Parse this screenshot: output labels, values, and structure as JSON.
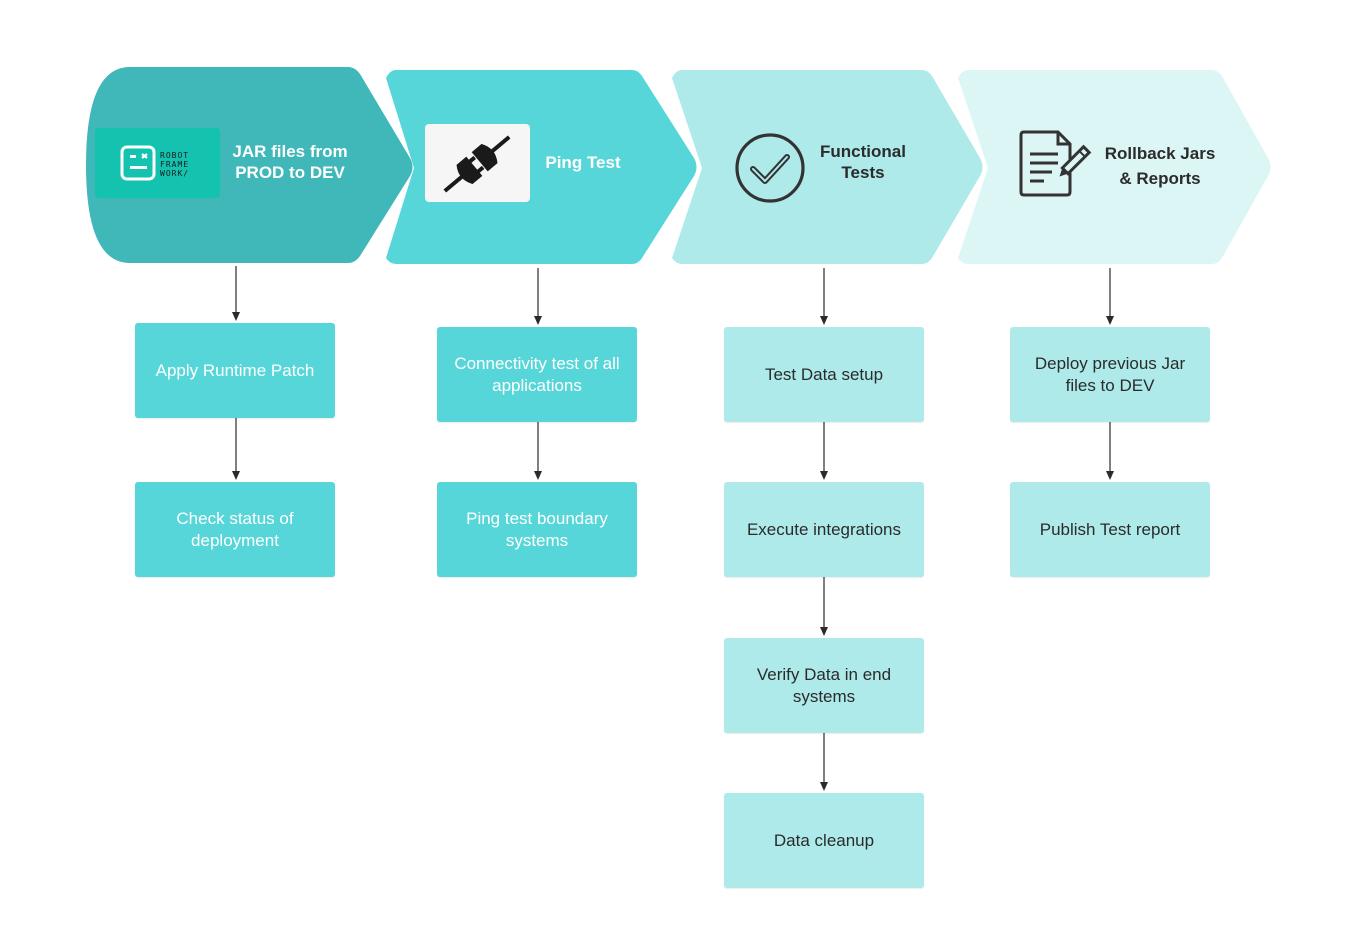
{
  "colors": {
    "stage1": "#40b7b8",
    "stage2": "#57d6d9",
    "stage3": "#aeeaea",
    "stage4": "#dcf6f5",
    "logo_bg": "#14c2b0",
    "arrow": "#2b2b2b"
  },
  "stages": [
    {
      "title": "JAR files from PROD to DEV",
      "title_lines": [
        "JAR files from",
        "PROD to DEV"
      ],
      "icon": "robot-framework-logo",
      "logo_text": [
        "ROBOT",
        "FRAME",
        "WORK/"
      ],
      "steps": [
        "Apply Runtime Patch",
        "Check status of deployment"
      ]
    },
    {
      "title": "Ping Test",
      "title_lines": [
        "Ping Test"
      ],
      "icon": "plug-connection-icon",
      "steps": [
        "Connectivity test of all applications",
        "Ping test boundary systems"
      ]
    },
    {
      "title": "Functional Tests",
      "title_lines": [
        "Functional",
        "Tests"
      ],
      "icon": "checkmark-circle-icon",
      "steps": [
        "Test Data setup",
        "Execute integrations",
        "Verify Data in end systems",
        "Data cleanup"
      ]
    },
    {
      "title": "Rollback Jars & Reports",
      "title_lines": [
        "Rollback Jars",
        "& Reports"
      ],
      "icon": "document-edit-icon",
      "steps": [
        "Deploy previous Jar files to DEV",
        "Publish Test report"
      ]
    }
  ]
}
